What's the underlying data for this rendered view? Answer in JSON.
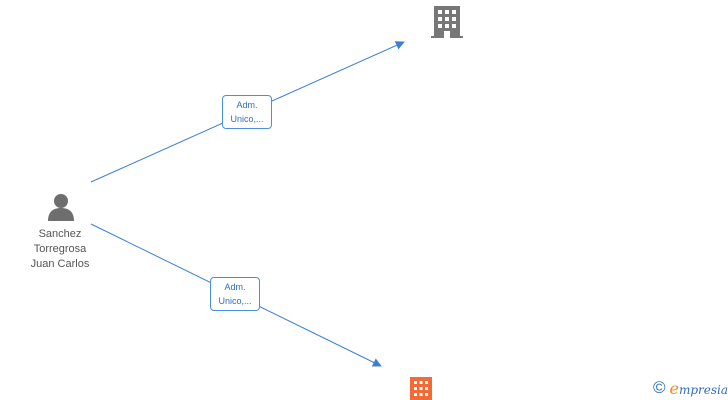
{
  "person": {
    "name_lines": [
      "Sanchez",
      "Torregrosa",
      "Juan Carlos"
    ],
    "icon": "person-icon"
  },
  "companies": [
    {
      "icon": "building-icon",
      "color": "#777777"
    },
    {
      "icon": "building-icon",
      "color": "#f26a35"
    }
  ],
  "relations": [
    {
      "label_lines": [
        "Adm.",
        "Unico,..."
      ]
    },
    {
      "label_lines": [
        "Adm.",
        "Unico,..."
      ]
    }
  ],
  "colors": {
    "edge": "#3a7fd5",
    "label_text": "#2f6fbf",
    "person_icon": "#6e6e6e",
    "name_text": "#555555"
  },
  "watermark": {
    "symbol": "©",
    "brand_initial": "e",
    "brand_rest": "mpresia"
  }
}
